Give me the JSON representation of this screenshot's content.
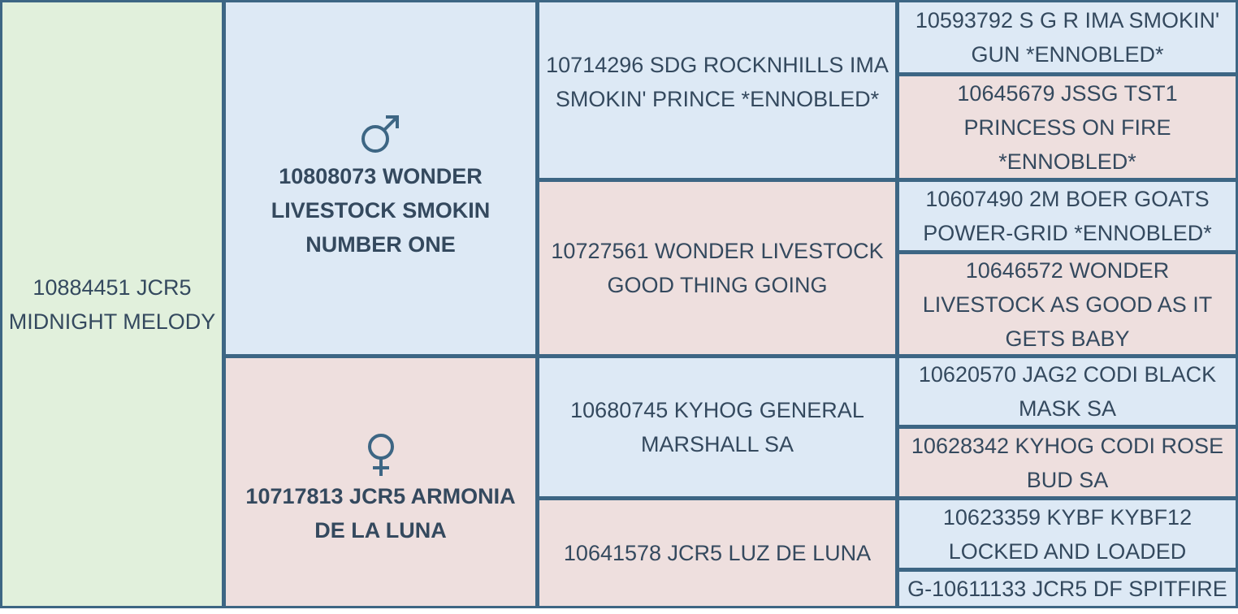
{
  "subject": {
    "name": "10884451 JCR5 MIDNIGHT MELODY"
  },
  "sire": {
    "name": "10808073 WONDER LIVESTOCK SMOKIN NUMBER ONE",
    "icon": "male-symbol-icon"
  },
  "dam": {
    "name": "10717813 JCR5 ARMONIA DE LA LUNA",
    "icon": "female-symbol-icon"
  },
  "grandparents": [
    "10714296 SDG ROCKNHILLS IMA SMOKIN' PRINCE *ENNOBLED*",
    "10727561 WONDER LIVESTOCK GOOD THING GOING",
    "10680745 KYHOG GENERAL MARSHALL SA",
    "10641578 JCR5 LUZ DE LUNA"
  ],
  "great_grandparents": [
    "10593792 S G R IMA SMOKIN' GUN *ENNOBLED*",
    "10645679 JSSG TST1 PRINCESS ON FIRE *ENNOBLED*",
    "10607490 2M BOER GOATS POWER-GRID *ENNOBLED*",
    "10646572 WONDER LIVESTOCK AS GOOD AS IT GETS BABY",
    "10620570 JAG2 CODI BLACK MASK SA",
    "10628342 KYHOG CODI ROSE BUD SA",
    "10623359 KYBF KYBF12 LOCKED AND LOADED",
    "G-10611133 JCR5 DF SPITFIRE"
  ],
  "colors": {
    "border": "#3d6684",
    "subject": "#e1f0dc",
    "male": "#dde9f5",
    "female": "#eedfde",
    "text": "#34495e"
  }
}
